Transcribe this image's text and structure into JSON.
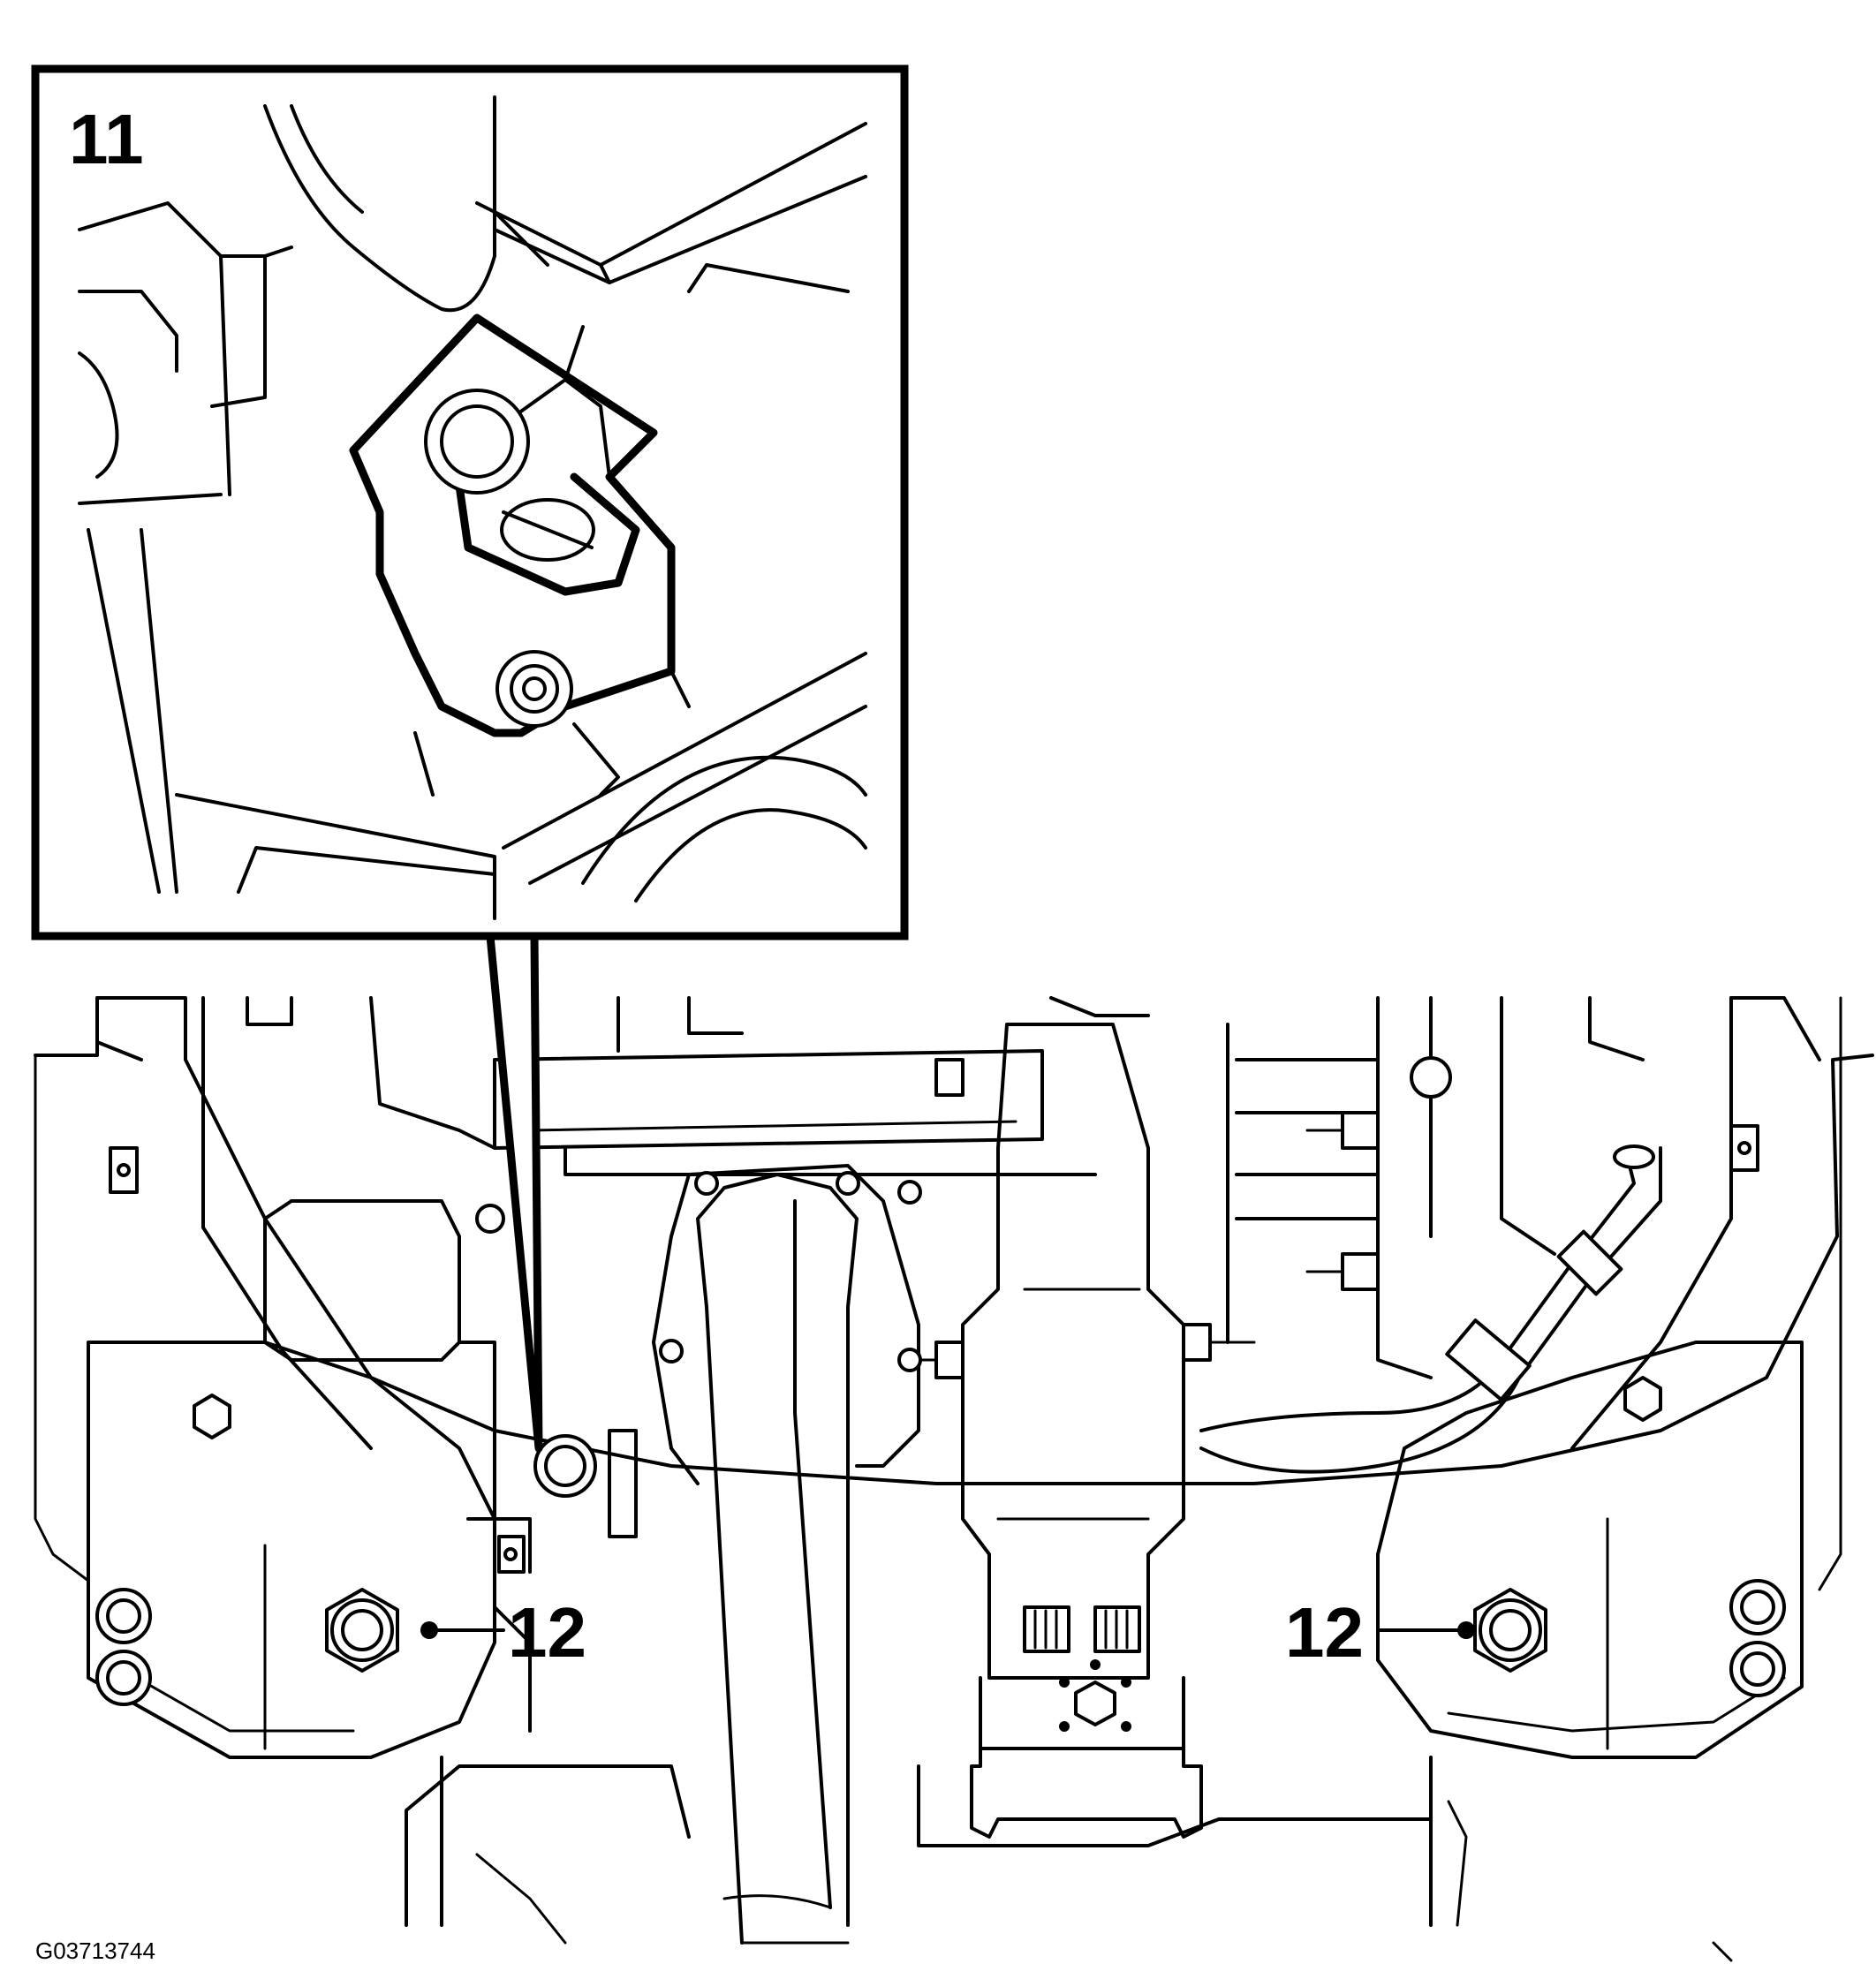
{
  "inset": {
    "callout_label": "11"
  },
  "main_view": {
    "callout_left_label": "12",
    "callout_right_label": "12"
  },
  "figure_id": "G03713744"
}
